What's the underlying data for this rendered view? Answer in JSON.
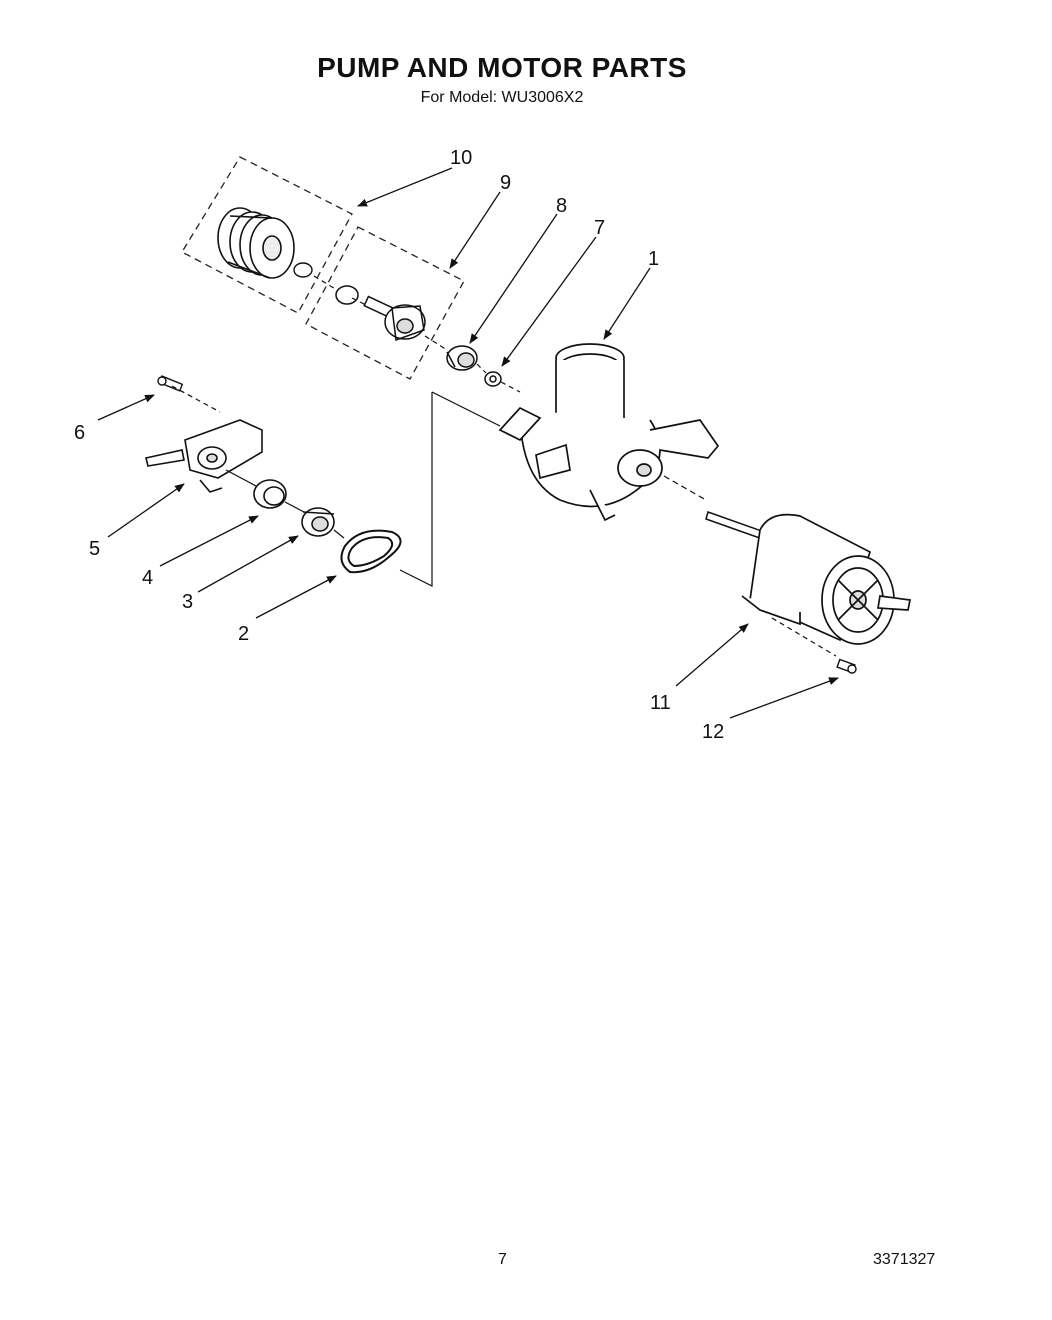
{
  "header": {
    "title": "PUMP AND MOTOR PARTS",
    "subtitle": "For Model: WU3006X2"
  },
  "callouts": {
    "c1": "1",
    "c2": "2",
    "c3": "3",
    "c4": "4",
    "c5": "5",
    "c6": "6",
    "c7": "7",
    "c8": "8",
    "c9": "9",
    "c10": "10",
    "c11": "11",
    "c12": "12"
  },
  "footer": {
    "page_number": "7",
    "doc_number": "3371327"
  }
}
